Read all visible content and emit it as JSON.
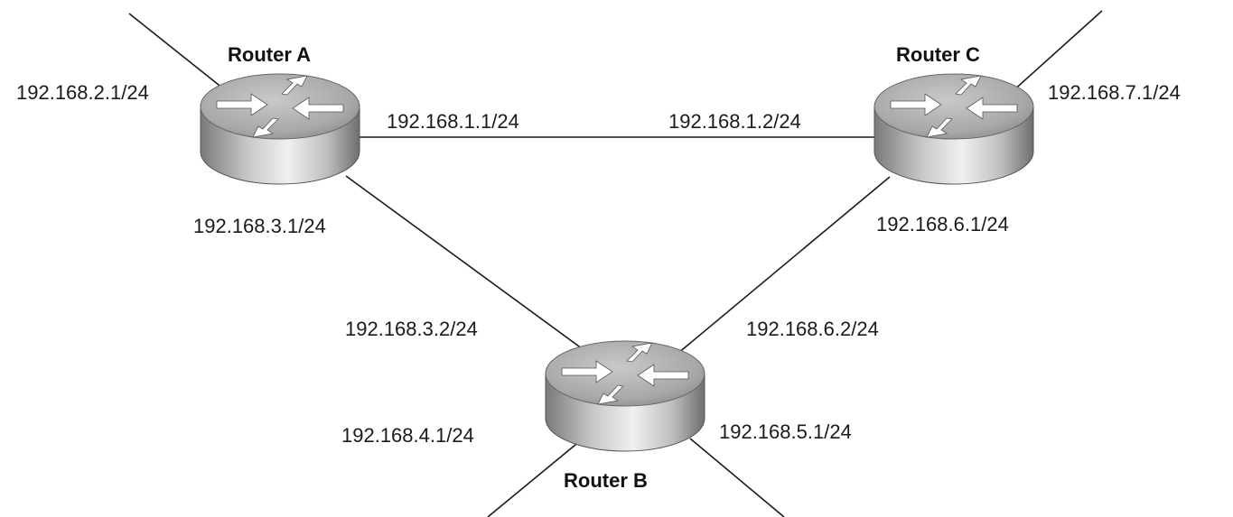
{
  "routers": {
    "a": {
      "name": "Router A"
    },
    "b": {
      "name": "Router B"
    },
    "c": {
      "name": "Router C"
    }
  },
  "interfaces": {
    "a_external": "192.168.2.1/24",
    "a_to_c": "192.168.1.1/24",
    "a_to_b": "192.168.3.1/24",
    "c_to_a": "192.168.1.2/24",
    "c_external": "192.168.7.1/24",
    "c_to_b": "192.168.6.1/24",
    "b_to_a": "192.168.3.2/24",
    "b_to_c": "192.168.6.2/24",
    "b_external_left": "192.168.4.1/24",
    "b_external_right": "192.168.5.1/24"
  },
  "colors": {
    "router_body": "#b4b4b4",
    "router_top": "#d2d2d2",
    "arrow": "#ffffff",
    "line": "#1a1a1a"
  }
}
